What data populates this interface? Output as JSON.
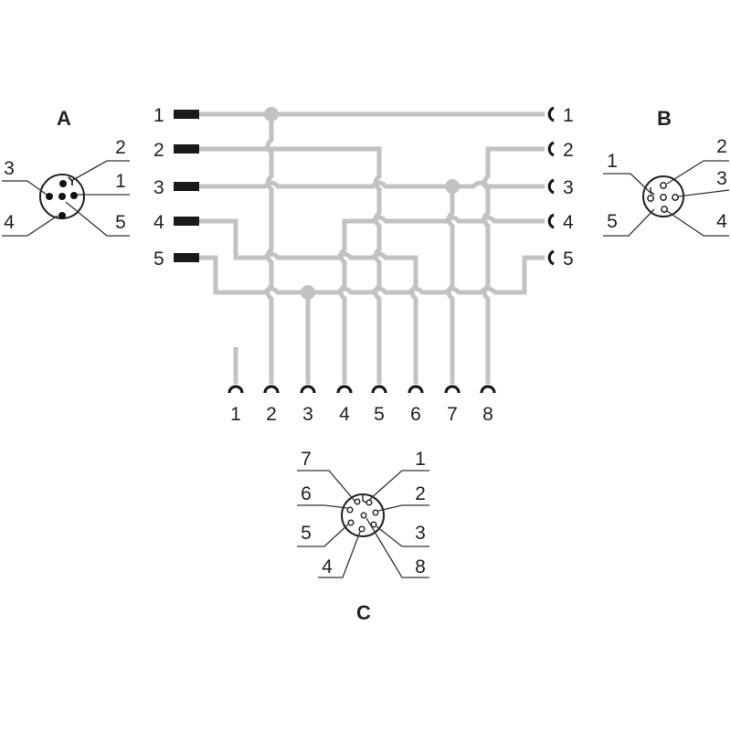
{
  "connectors": {
    "a": {
      "label": "A",
      "pins": [
        "1",
        "2",
        "3",
        "4",
        "5"
      ]
    },
    "b": {
      "label": "B",
      "pins": [
        "1",
        "2",
        "3",
        "4",
        "5"
      ]
    },
    "c": {
      "label": "C",
      "pins": [
        "1",
        "2",
        "3",
        "4",
        "5",
        "6",
        "7",
        "8"
      ]
    }
  },
  "left_pins": [
    "1",
    "2",
    "3",
    "4",
    "5"
  ],
  "right_pins": [
    "1",
    "2",
    "3",
    "4",
    "5"
  ],
  "bottom_pins": [
    "1",
    "2",
    "3",
    "4",
    "5",
    "6",
    "7",
    "8"
  ],
  "colors": {
    "wire": "#c2c2c2",
    "ink": "#1a1a1a"
  }
}
